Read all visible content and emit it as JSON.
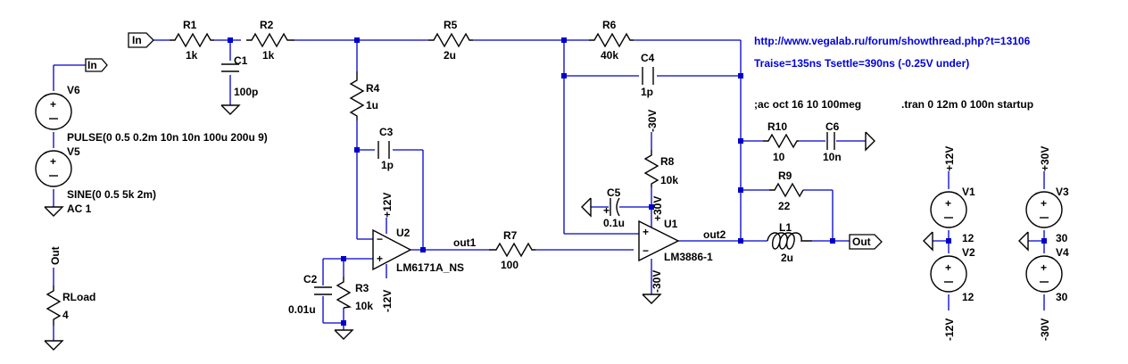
{
  "components": {
    "R1": {
      "name": "R1",
      "value": "1k"
    },
    "R2": {
      "name": "R2",
      "value": "1k"
    },
    "R3": {
      "name": "R3",
      "value": "10k"
    },
    "R4": {
      "name": "R4",
      "value": "1u"
    },
    "R5": {
      "name": "R5",
      "value": "2u"
    },
    "R6": {
      "name": "R6",
      "value": "40k"
    },
    "R7": {
      "name": "R7",
      "value": "100"
    },
    "R8": {
      "name": "R8",
      "value": "10k"
    },
    "R9": {
      "name": "R9",
      "value": "22"
    },
    "R10": {
      "name": "R10",
      "value": "10"
    },
    "RLoad": {
      "name": "RLoad",
      "value": "4"
    },
    "C1": {
      "name": "C1",
      "value": "100p"
    },
    "C2": {
      "name": "C2",
      "value": "0.01u"
    },
    "C3": {
      "name": "C3",
      "value": "1p"
    },
    "C4": {
      "name": "C4",
      "value": "1p"
    },
    "C5": {
      "name": "C5",
      "value": "0.1u"
    },
    "C6": {
      "name": "C6",
      "value": "10n"
    },
    "L1": {
      "name": "L1",
      "value": "2u"
    },
    "U1": {
      "name": "U1",
      "value": "LM3886-1"
    },
    "U2": {
      "name": "U2",
      "value": "LM6171A_NS"
    },
    "V1": {
      "name": "V1",
      "value": "12"
    },
    "V2": {
      "name": "V2",
      "value": "12"
    },
    "V3": {
      "name": "V3",
      "value": "30"
    },
    "V4": {
      "name": "V4",
      "value": "30"
    },
    "V5": {
      "name": "V5",
      "value": "SINE(0 0.5 5k 2m)",
      "ac": "AC 1"
    },
    "V6": {
      "name": "V6",
      "value": "PULSE(0 0.5 0.2m 10n 10n 100u 200u 9)"
    }
  },
  "nets": {
    "in": "In",
    "out": "Out",
    "out1": "out1",
    "out2": "out2",
    "p12": "+12V",
    "m12": "-12V",
    "p30": "+30V",
    "m30": "-30V"
  },
  "annotations": {
    "url": "http://www.vegalab.ru/forum/showthread.php?t=13106",
    "note": "Traise=135ns Tsettle=390ns (-0.25V under)",
    "ac_directive": ";ac oct 16 10 100meg",
    "tran_directive": ".tran 0 12m 0 100n startup"
  },
  "colors": {
    "wire": "#0000cc",
    "component": "#000000",
    "link_text": "#0000dd",
    "background": "#ffffff"
  }
}
